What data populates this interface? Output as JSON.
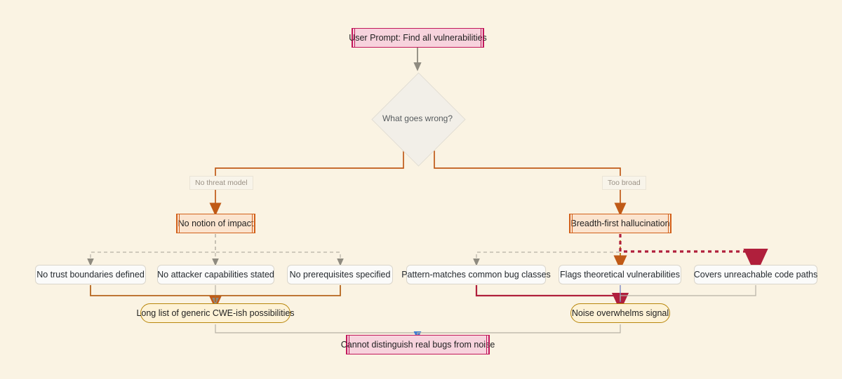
{
  "diagram": {
    "type": "flowchart",
    "title": "What goes wrong?",
    "background_color": "#faf3e3",
    "nodes": {
      "prompt": {
        "label": "User Prompt: Find all vulnerabilities",
        "shape": "rect-critical",
        "color": "#c2185b"
      },
      "decision": {
        "label": "What goes wrong?",
        "shape": "diamond",
        "color": "#e2ded3"
      },
      "no_impact": {
        "label": "No notion of impact",
        "shape": "rect-problem",
        "color": "#d2601a"
      },
      "breadth": {
        "label": "Breadth-first hallucination",
        "shape": "rect-problem",
        "color": "#d2601a"
      },
      "trust_boundaries": {
        "label": "No trust boundaries defined",
        "shape": "rounded-leaf",
        "color": "#d9d5cb"
      },
      "attacker_caps": {
        "label": "No attacker capabilities stated",
        "shape": "rounded-leaf",
        "color": "#d9d5cb"
      },
      "prereqs": {
        "label": "No prerequisites specified",
        "shape": "rounded-leaf",
        "color": "#d9d5cb"
      },
      "pattern_matches": {
        "label": "Pattern-matches common bug classes",
        "shape": "rounded-leaf",
        "color": "#d9d5cb"
      },
      "theoretical": {
        "label": "Flags theoretical vulnerabilities",
        "shape": "rounded-leaf",
        "color": "#d9d5cb"
      },
      "unreachable": {
        "label": "Covers unreachable code paths",
        "shape": "rounded-leaf",
        "color": "#d9d5cb"
      },
      "long_list": {
        "label": "Long list of generic CWE-ish possibilities",
        "shape": "stadium",
        "color": "#b8860b"
      },
      "noise": {
        "label": "Noise overwhelms signal",
        "shape": "stadium",
        "color": "#b8860b"
      },
      "cannot_distinguish": {
        "label": "Cannot distinguish real bugs from noise",
        "shape": "rect-critical",
        "color": "#c2185b"
      }
    },
    "edge_labels": {
      "left_branch": "No threat model",
      "right_branch": "Too broad"
    }
  }
}
